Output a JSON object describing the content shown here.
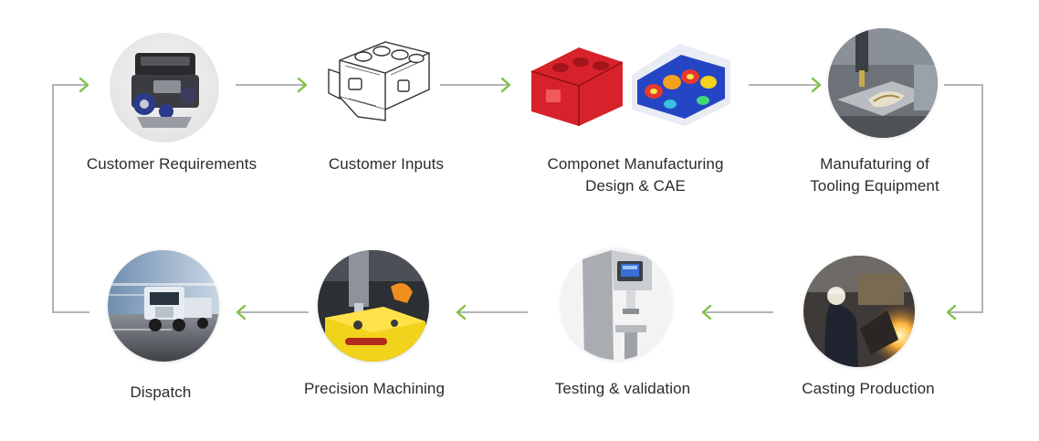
{
  "colors": {
    "arrow": "#7dc242",
    "line": "#b4b4b4",
    "text": "#2b2b2b"
  },
  "steps": [
    {
      "id": "customer-requirements",
      "lines": [
        "Customer Requirements"
      ],
      "icon": "engine-icon"
    },
    {
      "id": "customer-inputs",
      "lines": [
        "Customer Inputs"
      ],
      "icon": "engine-block-sketch-icon"
    },
    {
      "id": "component-design-cae",
      "lines": [
        "Componet Manufacturing",
        "Design & CAE"
      ],
      "icon": "cae-simulation-icon"
    },
    {
      "id": "tooling-equipment",
      "lines": [
        "Manufaturing of",
        "Tooling Equipment"
      ],
      "icon": "cnc-tooling-icon"
    },
    {
      "id": "casting-production",
      "lines": [
        "Casting Production"
      ],
      "icon": "foundry-pour-icon"
    },
    {
      "id": "testing-validation",
      "lines": [
        "Testing & validation"
      ],
      "icon": "hardness-tester-icon"
    },
    {
      "id": "precision-machining",
      "lines": [
        "Precision Machining"
      ],
      "icon": "machining-spindle-icon"
    },
    {
      "id": "dispatch",
      "lines": [
        "Dispatch"
      ],
      "icon": "truck-icon"
    }
  ]
}
